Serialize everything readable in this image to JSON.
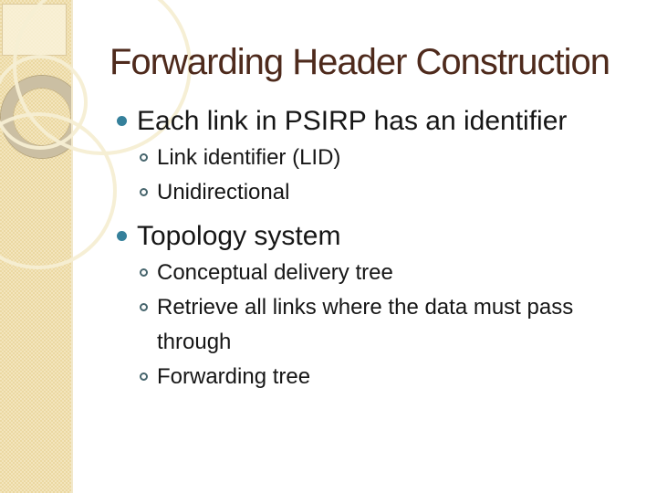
{
  "slide": {
    "title": "Forwarding Header Construction",
    "bullets": [
      {
        "level": 1,
        "text": "Each link in PSIRP has an identifier"
      },
      {
        "level": 2,
        "text": "Link identifier (LID)"
      },
      {
        "level": 2,
        "text": "Unidirectional"
      },
      {
        "level": 1,
        "text": "Topology system"
      },
      {
        "level": 2,
        "text": "Conceptual delivery tree"
      },
      {
        "level": 2,
        "text": "Retrieve all links where the data must pass through"
      },
      {
        "level": 2,
        "text": "Forwarding tree"
      }
    ]
  },
  "theme": {
    "title_color": "#4e2a1c",
    "body_text_color": "#161616",
    "level1_bullet_color": "#35809b",
    "level2_bullet_ring_color": "#47656d",
    "band_base_color": "#ebd8a2",
    "band_lightbox_color": "#faf3dd",
    "band_ring_color": "#cbbfa3",
    "band_circle_outline_color": "#f6eed3",
    "background_color": "#ffffff"
  },
  "icons": {
    "level1_bullet": "filled-dot",
    "level2_bullet": "open-circle"
  }
}
